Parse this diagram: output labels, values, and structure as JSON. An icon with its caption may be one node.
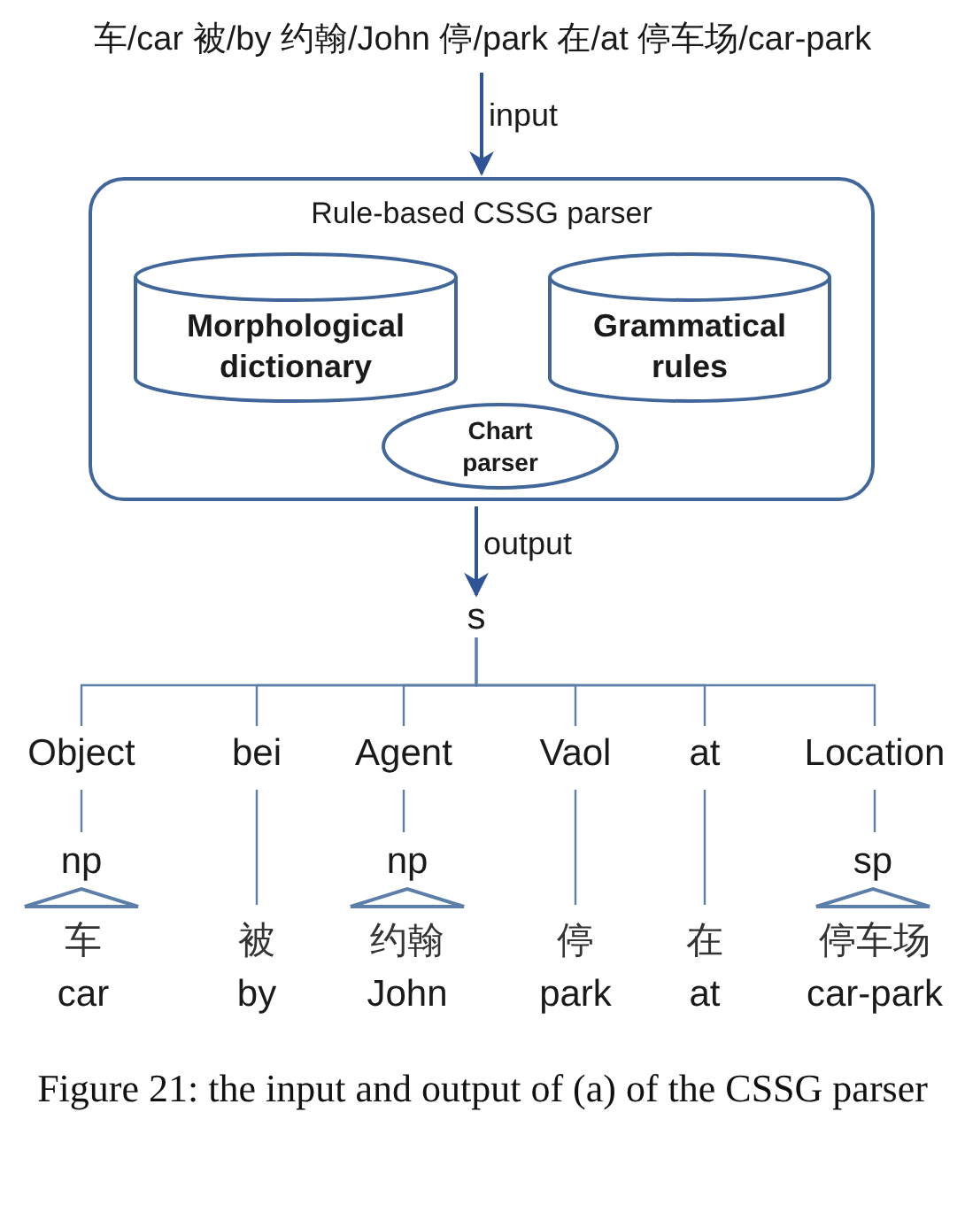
{
  "diagram": {
    "nodes": [
      {
        "text": [
          "车/car 被/by 约翰/John 停/park 在/at 停车场/car-park"
        ]
      },
      {
        "text": [
          "Rule-based CSSG parser"
        ]
      },
      {
        "text": [
          "Morphological dictionary"
        ],
        "in": 1
      },
      {
        "text": [
          "Grammatical rules"
        ],
        "in": 1
      },
      {
        "text": [
          "Chart parser"
        ],
        "in": 1
      },
      {
        "text": [
          "s"
        ]
      },
      {
        "text": [
          "Object"
        ]
      },
      {
        "text": [
          "bei"
        ]
      },
      {
        "text": [
          "Agent"
        ]
      },
      {
        "text": [
          "Vaol"
        ]
      },
      {
        "text": [
          "at"
        ]
      },
      {
        "text": [
          "Location"
        ]
      },
      {
        "text": [
          "np"
        ]
      },
      {
        "text": [
          "np"
        ]
      },
      {
        "text": [
          "sp"
        ]
      },
      {
        "text": [
          "车",
          "car"
        ]
      },
      {
        "text": [
          "被",
          "by"
        ]
      },
      {
        "text": [
          "约翰",
          "John"
        ]
      },
      {
        "text": [
          "停",
          "park"
        ]
      },
      {
        "text": [
          "在",
          "at"
        ]
      },
      {
        "text": [
          "停车场",
          "car-park"
        ]
      }
    ],
    "edges": [
      {
        "from": 0,
        "to": 1,
        "arrow": "to",
        "label": "input"
      },
      {
        "from": 1,
        "to": 5,
        "arrow": "to",
        "label": "output"
      },
      {
        "from": 5,
        "to": 6,
        "arrow": "none"
      },
      {
        "from": 5,
        "to": 7,
        "arrow": "none"
      },
      {
        "from": 5,
        "to": 8,
        "arrow": "none"
      },
      {
        "from": 5,
        "to": 9,
        "arrow": "none"
      },
      {
        "from": 5,
        "to": 10,
        "arrow": "none"
      },
      {
        "from": 5,
        "to": 11,
        "arrow": "none"
      },
      {
        "from": 6,
        "to": 12,
        "arrow": "none"
      },
      {
        "from": 8,
        "to": 13,
        "arrow": "none"
      },
      {
        "from": 11,
        "to": 14,
        "arrow": "none"
      },
      {
        "from": 12,
        "to": 15,
        "arrow": "none"
      },
      {
        "from": 13,
        "to": 17,
        "arrow": "none"
      },
      {
        "from": 14,
        "to": 20,
        "arrow": "none"
      },
      {
        "from": 7,
        "to": 16,
        "arrow": "none"
      },
      {
        "from": 9,
        "to": 18,
        "arrow": "none"
      },
      {
        "from": 10,
        "to": 19,
        "arrow": "none"
      }
    ],
    "caption": "Figure 21: the input and output of (a) of the CSSG parser"
  }
}
